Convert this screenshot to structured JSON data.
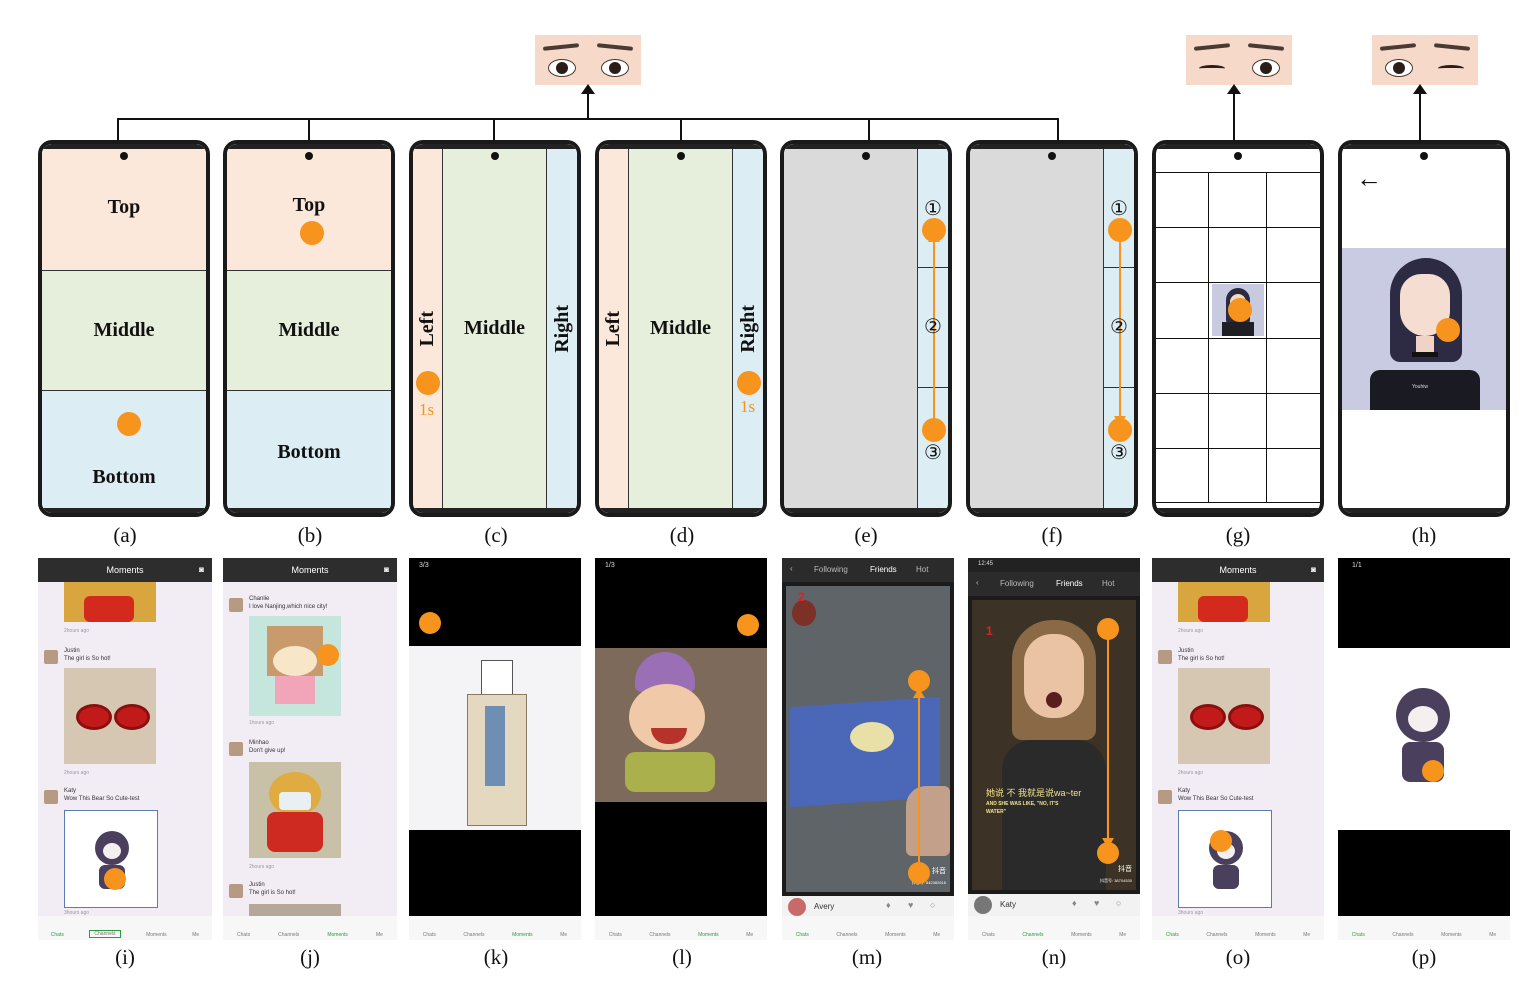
{
  "regions": {
    "top": "Top",
    "middle": "Middle",
    "bottom": "Bottom",
    "left": "Left",
    "right": "Right",
    "one_second": "1s",
    "num1": "①",
    "num2": "②",
    "num3": "③",
    "back_arrow": "←"
  },
  "captions_top": [
    "(a)",
    "(b)",
    "(c)",
    "(d)",
    "(e)",
    "(f)",
    "(g)",
    "(h)"
  ],
  "captions_bottom": [
    "(i)",
    "(j)",
    "(k)",
    "(l)",
    "(m)",
    "(n)",
    "(o)",
    "(p)"
  ],
  "screens": {
    "moments_title": "Moments",
    "nav": [
      "Chats",
      "Channels",
      "Moments",
      "Me"
    ],
    "justin": "Justin",
    "justin_text": "The girl is So hot!",
    "katy": "Katy",
    "katy_text": "Wow This Bear So Cute-test",
    "chanlie": "Chanlie",
    "chanlie_text": "I love Nanjing,which nice city!",
    "minhao": "Minhao",
    "minhao_text": "Don't give up!",
    "time_2h": "2hours ago",
    "time_1h": "1hours ago",
    "time_3h": "3hours ago",
    "page_3_3": "3/3",
    "page_1_3": "1/3",
    "page_1_1": "1/1",
    "tabs": [
      "Following",
      "Friends",
      "Hot"
    ],
    "avery": "Avery",
    "katy_user": "Katy",
    "status_time": "12:45",
    "subtitle_cn": "她说 不 我就是说wa~ter",
    "subtitle_en": "AND SHE WAS LIKE, \"NO, IT'S WATER\"",
    "douyin": "抖音",
    "douyin_id_m": "抖音号: 842382616",
    "douyin_id_n": "抖音号: 38704530",
    "cat_num_m": "2",
    "cat_num_n": "1",
    "shirt_text": "Youhiw"
  },
  "colors": {
    "peach": "#fbe8da",
    "green": "#e6efdc",
    "blue": "#dcedf3",
    "grey": "#dadada",
    "orange": "#f7941d"
  }
}
